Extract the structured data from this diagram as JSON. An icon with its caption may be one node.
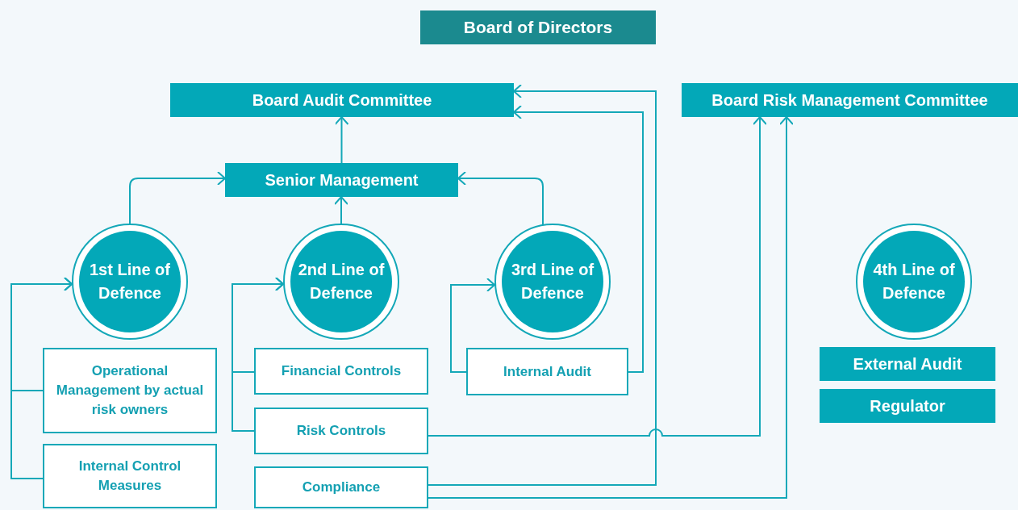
{
  "diagram": {
    "nodes": [
      {
        "text": [
          "Board of Directors"
        ]
      },
      {
        "text": [
          "Board Audit Committee"
        ]
      },
      {
        "text": [
          "Board Risk Management Committee"
        ]
      },
      {
        "text": [
          "Senior Management"
        ]
      },
      {
        "text": [
          "1st Line of Defence"
        ]
      },
      {
        "text": [
          "2nd Line of Defence"
        ]
      },
      {
        "text": [
          "3rd Line of Defence"
        ]
      },
      {
        "text": [
          "4th Line of Defence"
        ]
      },
      {
        "text": [
          "Operational Management by actual risk owners"
        ]
      },
      {
        "text": [
          "Internal Control Measures"
        ]
      },
      {
        "text": [
          "Financial Controls"
        ]
      },
      {
        "text": [
          "Risk Controls"
        ]
      },
      {
        "text": [
          "Compliance"
        ]
      },
      {
        "text": [
          "Internal Audit"
        ]
      },
      {
        "text": [
          "External Audit"
        ]
      },
      {
        "text": [
          "Regulator"
        ]
      }
    ],
    "edges": [
      {
        "from": 3,
        "to": 1,
        "arrow": "to"
      },
      {
        "from": 4,
        "to": 3,
        "arrow": "to"
      },
      {
        "from": 5,
        "to": 3,
        "arrow": "to"
      },
      {
        "from": 6,
        "to": 3,
        "arrow": "to"
      },
      {
        "from": 8,
        "to": 4,
        "arrow": "to"
      },
      {
        "from": 9,
        "to": 4,
        "arrow": "to"
      },
      {
        "from": 10,
        "to": 5,
        "arrow": "to"
      },
      {
        "from": 11,
        "to": 5,
        "arrow": "to"
      },
      {
        "from": 13,
        "to": 6,
        "arrow": "to"
      },
      {
        "from": 13,
        "to": 1,
        "arrow": "to"
      },
      {
        "from": 12,
        "to": 1,
        "arrow": "to"
      },
      {
        "from": 11,
        "to": 2,
        "arrow": "to"
      },
      {
        "from": 12,
        "to": 2,
        "arrow": "to"
      }
    ]
  }
}
